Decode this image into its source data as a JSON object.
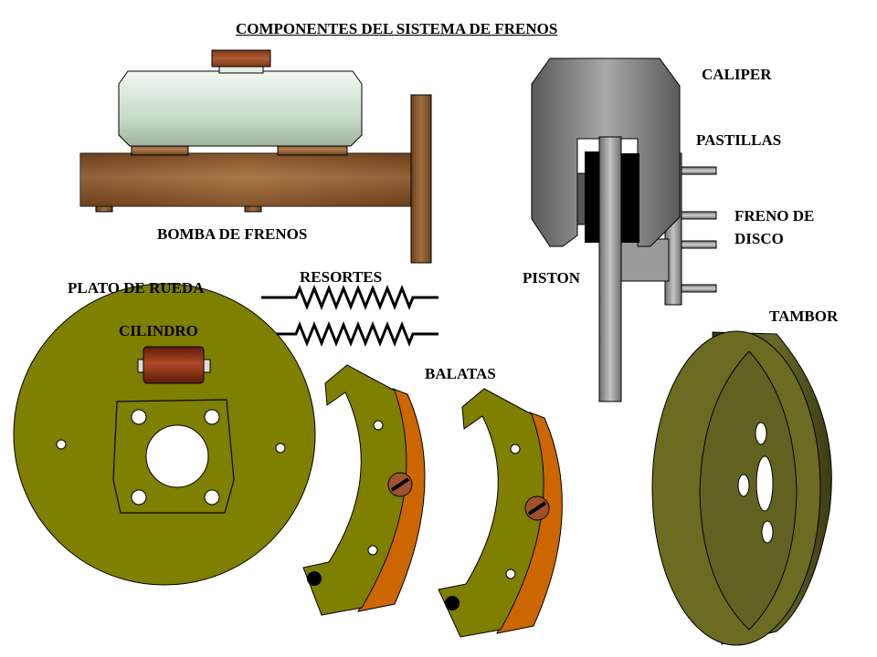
{
  "title": "COMPONENTES DEL SISTEMA DE FRENOS",
  "labels": {
    "bomba": "BOMBA DE FRENOS",
    "caliper": "CALIPER",
    "pastillas": "PASTILLAS",
    "freno_disco_line1": "FRENO DE",
    "freno_disco_line2": "DISCO",
    "piston": "PISTON",
    "resortes": "RESORTES",
    "plato": "PLATO DE RUEDA",
    "cilindro": "CILINDRO",
    "tambor": "TAMBOR",
    "balatas": "BALATAS"
  },
  "colors": {
    "olive": "#7f7f00",
    "copper": "#8b5a2b",
    "reservoir": "#d9ead9",
    "caliper_gray": "#8c8c8c",
    "lining_orange": "#cc6600",
    "drum_dark": "#4d4d1f",
    "cylinder_red": "#8b2d12"
  }
}
